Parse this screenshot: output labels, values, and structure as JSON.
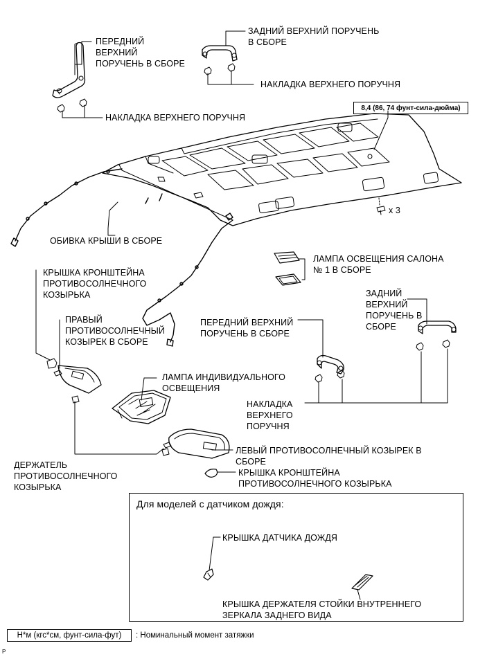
{
  "labels": {
    "front_upper_grip_top": "ПЕРЕДНИЙ\nВЕРХНИЙ\nПОРУЧЕНЬ В СБОРЕ",
    "rear_upper_grip_top": "ЗАДНИЙ ВЕРХНИЙ ПОРУЧЕНЬ\nВ СБОРЕ",
    "grip_cover_right": "НАКЛАДКА ВЕРХНЕГО ПОРУЧНЯ",
    "grip_cover_left": "НАКЛАДКА ВЕРХНЕГО ПОРУЧНЯ",
    "roof_headlining": "ОБИВКА КРЫШИ В СБОРЕ",
    "room_lamp": "ЛАМПА ОСВЕЩЕНИЯ САЛОНА\n№ 1 В СБОРЕ",
    "visor_bracket_cover_upper": "КРЫШКА КРОНШТЕЙНА\nПРОТИВОСОЛНЕЧНОГО\nКОЗЫРЬКА",
    "right_visor": "ПРАВЫЙ\nПРОТИВОСОЛНЕЧНЫЙ\nКОЗЫРЕК В СБОРЕ",
    "front_upper_grip_mid": "ПЕРЕДНИЙ ВЕРХНИЙ\nПОРУЧЕНЬ В СБОРЕ",
    "rear_upper_grip_mid": "ЗАДНИЙ\nВЕРХНИЙ\nПОРУЧЕНЬ В\nСБОРЕ",
    "personal_lamp": "ЛАМПА ИНДИВИДУАЛЬНОГО\nОСВЕЩЕНИЯ",
    "grip_cover_mid": "НАКЛАДКА\nВЕРХНЕГО\nПОРУЧНЯ",
    "left_visor": "ЛЕВЫЙ ПРОТИВОСОЛНЕЧНЫЙ КОЗЫРЕК В\nСБОРЕ",
    "visor_bracket_cover_lower": "КРЫШКА КРОНШТЕЙНА\nПРОТИВОСОЛНЕЧНОГО КОЗЫРЬКА",
    "visor_holder": "ДЕРЖАТЕЛЬ\nПРОТИВОСОЛНЕЧНОГО\nКОЗЫРЬКА",
    "clip_count": "x 3"
  },
  "torque": "8,4 (86, 74 фунт-сила-дюйма)",
  "inset": {
    "title": "Для моделей с датчиком дождя:",
    "rain_sensor_cover": "КРЫШКА ДАТЧИКА ДОЖДЯ",
    "mirror_stay_cover": "КРЫШКА ДЕРЖАТЕЛЯ СТОЙКИ ВНУТРЕННЕГО\nЗЕРКАЛА ЗАДНЕГО ВИДА"
  },
  "legend": {
    "unit_box": "Н*м (кгс*см, фунт-сила-фут)",
    "description": ": Номинальный момент затяжки"
  },
  "corner_mark": "P"
}
